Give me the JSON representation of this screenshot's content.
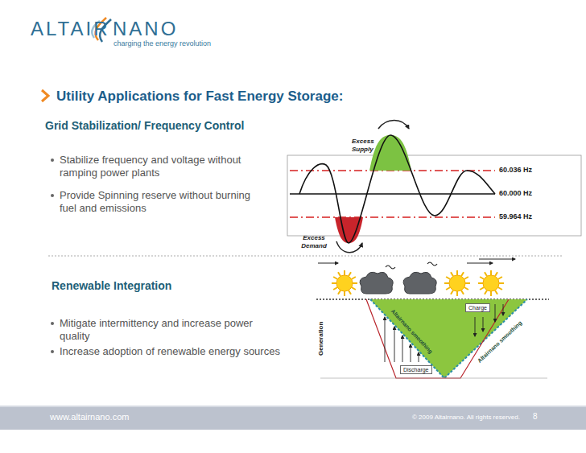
{
  "diagram": {
    "title": "Utility Applications for Fast Energy Storage:",
    "nodes": [
      {
        "text": [
          "Charge"
        ]
      },
      {
        "text": [
          "Discharge"
        ]
      }
    ],
    "labels": [
      "ALTAIR",
      "NANO",
      "charging the energy revolution",
      "Grid Stabilization/ Frequency Control",
      "Stabilize frequency and voltage without ramping power plants",
      "Provide Spinning reserve without burning fuel and emissions",
      "Excess Supply",
      "60.036 Hz",
      "60.000 Hz",
      "59.964 Hz",
      "Excess Demand",
      "Renewable Integration",
      "Mitigate intermittency and increase power quality",
      "Increase adoption of renewable energy sources",
      "Generation",
      "Altairnano smoothing",
      "Altairnano smoothing",
      "www.altairnano.com",
      "© 2009 Altairnano. All rights reserved.",
      "8"
    ]
  }
}
